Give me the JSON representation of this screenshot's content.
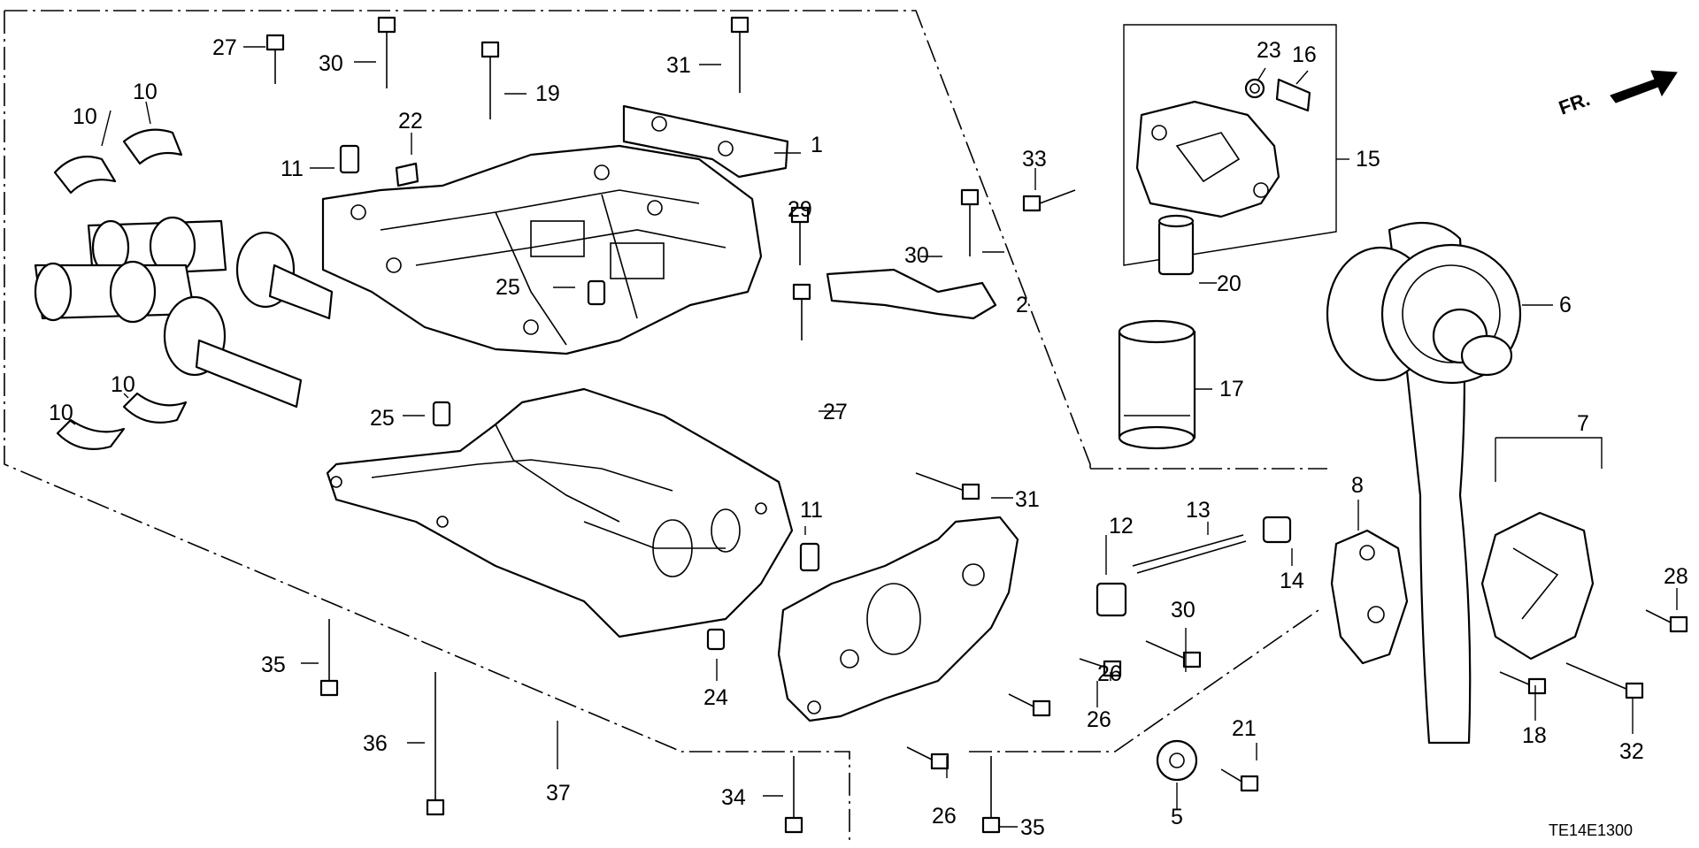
{
  "diagram": {
    "code": "TE14E1300",
    "direction_label": "FR.",
    "callouts": {
      "c1": "1",
      "c2": "2",
      "c5": "5",
      "c6": "6",
      "c7": "7",
      "c8": "8",
      "c10a": "10",
      "c10b": "10",
      "c10c": "10",
      "c10d": "10",
      "c11a": "11",
      "c11b": "11",
      "c12": "12",
      "c13": "13",
      "c14": "14",
      "c15": "15",
      "c16": "16",
      "c17": "17",
      "c18": "18",
      "c19": "19",
      "c20": "20",
      "c21": "21",
      "c22": "22",
      "c23": "23",
      "c24": "24",
      "c25a": "25",
      "c25b": "25",
      "c26a": "26",
      "c26b": "26",
      "c26c": "26",
      "c27a": "27",
      "c27b": "27",
      "c28": "28",
      "c29": "29",
      "c30a": "30",
      "c30b": "30",
      "c30c": "30",
      "c31a": "31",
      "c31b": "31",
      "c32": "32",
      "c33": "33",
      "c34": "34",
      "c35a": "35",
      "c35b": "35",
      "c36": "36",
      "c37": "37"
    }
  }
}
